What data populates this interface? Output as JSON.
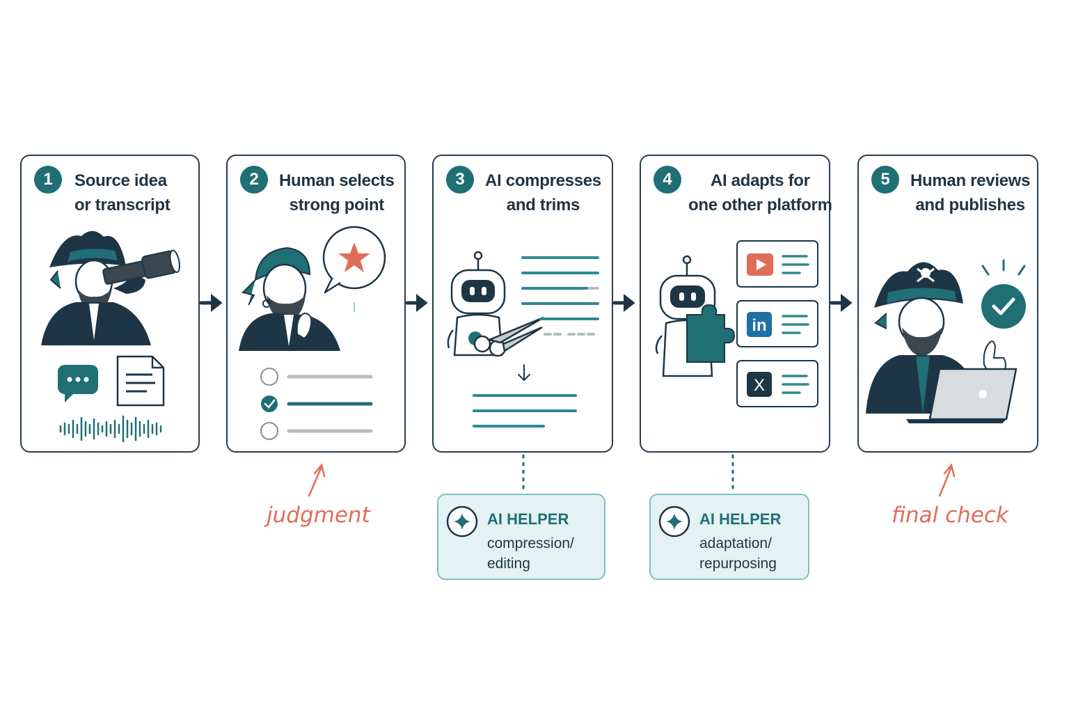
{
  "steps": [
    {
      "number": "1",
      "title_line1": "Source idea",
      "title_line2": "or transcript"
    },
    {
      "number": "2",
      "title_line1": "Human selects",
      "title_line2": "strong point"
    },
    {
      "number": "3",
      "title_line1": "AI compresses",
      "title_line2": "and trims"
    },
    {
      "number": "4",
      "title_line1": "AI adapts for",
      "title_line2": "one other platform"
    },
    {
      "number": "5",
      "title_line1": "Human reviews",
      "title_line2": "and publishes"
    }
  ],
  "helpers": [
    {
      "title": "AI HELPER",
      "line1": "compression/",
      "line2": "editing"
    },
    {
      "title": "AI HELPER",
      "line1": "adaptation/",
      "line2": "repurposing"
    }
  ],
  "notes": {
    "judgment": "judgment",
    "final_check": "final check"
  },
  "platforms": [
    {
      "name": "youtube",
      "icon": "play-icon"
    },
    {
      "name": "linkedin",
      "icon": "linkedin-icon",
      "label": "in"
    },
    {
      "name": "x",
      "icon": "x-icon",
      "label": "X"
    }
  ],
  "colors": {
    "teal": "#1f6f75",
    "navy": "#1e3545",
    "coral": "#e06d57",
    "helper_bg": "#e4f2f3"
  }
}
